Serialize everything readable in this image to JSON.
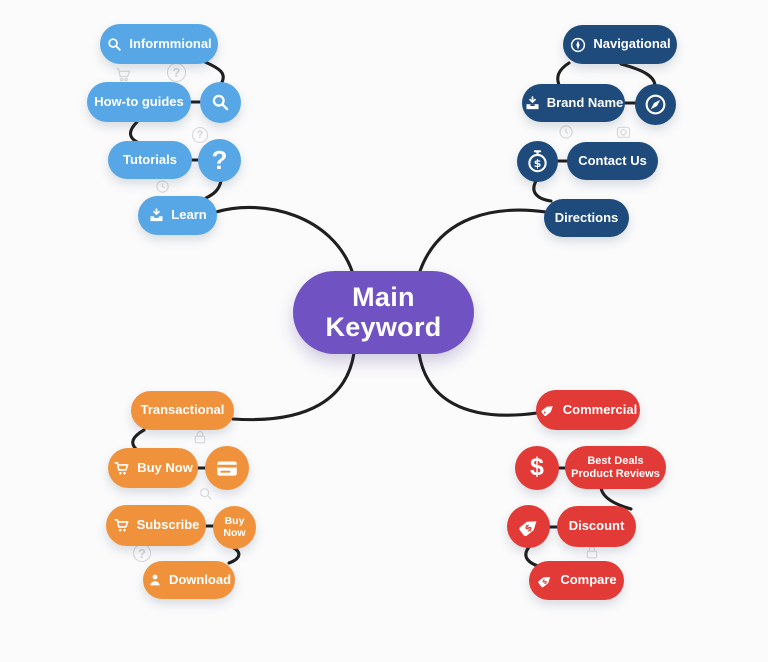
{
  "diagram_title": "Main Keyword",
  "colors": {
    "informational_branch": "#57A6E6",
    "navigational_branch": "#1E4B7B",
    "transactional_branch": "#F0923C",
    "commercial_branch": "#E23B37",
    "center_node": "#7152C3",
    "connector": "#1F1F1F",
    "background": "#FBFBFC",
    "ghost_icons": "#D8D8DB"
  },
  "nodes": {
    "main": {
      "label": "Main Keyword"
    },
    "informational": {
      "label": "Informmional"
    },
    "how_to_guides": {
      "label": "How-to guides"
    },
    "tutorials": {
      "label": "Tutorials"
    },
    "learn": {
      "label": "Learn"
    },
    "navigational": {
      "label": "Navigational"
    },
    "brand_name": {
      "label": "Brand Name"
    },
    "contact_us": {
      "label": "Contact Us"
    },
    "directions": {
      "label": "Directions"
    },
    "transactional": {
      "label": "Transactional"
    },
    "buy_now": {
      "label": "Buy Now"
    },
    "subscribe": {
      "label": "Subscribe"
    },
    "buy_now_badge": {
      "label": "Buy Now"
    },
    "download": {
      "label": "Download"
    },
    "commercial": {
      "label": "Commercial"
    },
    "best_deals": {
      "line1": "Best Deals",
      "line2": "Product Reviews"
    },
    "discount": {
      "label": "Discount"
    },
    "compare": {
      "label": "Compare"
    }
  },
  "icons": {
    "question_mark": "?",
    "dollar": "$",
    "search": "magnifier-shape",
    "inbox_download": "tray-with-down-arrow",
    "archive_box": "box-with-down-arrow",
    "nav_needle": "circle-with-needle",
    "compass": "circle-with-diamond-needle",
    "stopwatch_dollar": "stopwatch-with-dollar",
    "cart": "shopping-cart",
    "credit_card": "credit-card",
    "person": "user-silhouette",
    "price_tag": "price-tag"
  },
  "edges": [
    [
      "informational",
      "search-bubble"
    ],
    [
      "how_to_guides",
      "search-bubble"
    ],
    [
      "how_to_guides",
      "tutorials"
    ],
    [
      "tutorials",
      "question-bubble"
    ],
    [
      "question-bubble",
      "learn"
    ],
    [
      "learn",
      "main"
    ],
    [
      "main",
      "directions"
    ],
    [
      "navigational",
      "brand_name"
    ],
    [
      "navigational",
      "compass-bubble"
    ],
    [
      "brand_name",
      "compass-bubble"
    ],
    [
      "stopwatch-bubble",
      "contact_us"
    ],
    [
      "stopwatch-bubble",
      "directions"
    ],
    [
      "main",
      "transactional"
    ],
    [
      "transactional",
      "buy_now"
    ],
    [
      "buy_now",
      "credit-card-bubble"
    ],
    [
      "subscribe",
      "buy_now_badge"
    ],
    [
      "buy_now_badge",
      "download"
    ],
    [
      "main",
      "commercial"
    ],
    [
      "dollar-bubble",
      "best_deals"
    ],
    [
      "best_deals",
      "discount"
    ],
    [
      "tag-bubble",
      "discount"
    ],
    [
      "tag-bubble",
      "compare"
    ]
  ]
}
